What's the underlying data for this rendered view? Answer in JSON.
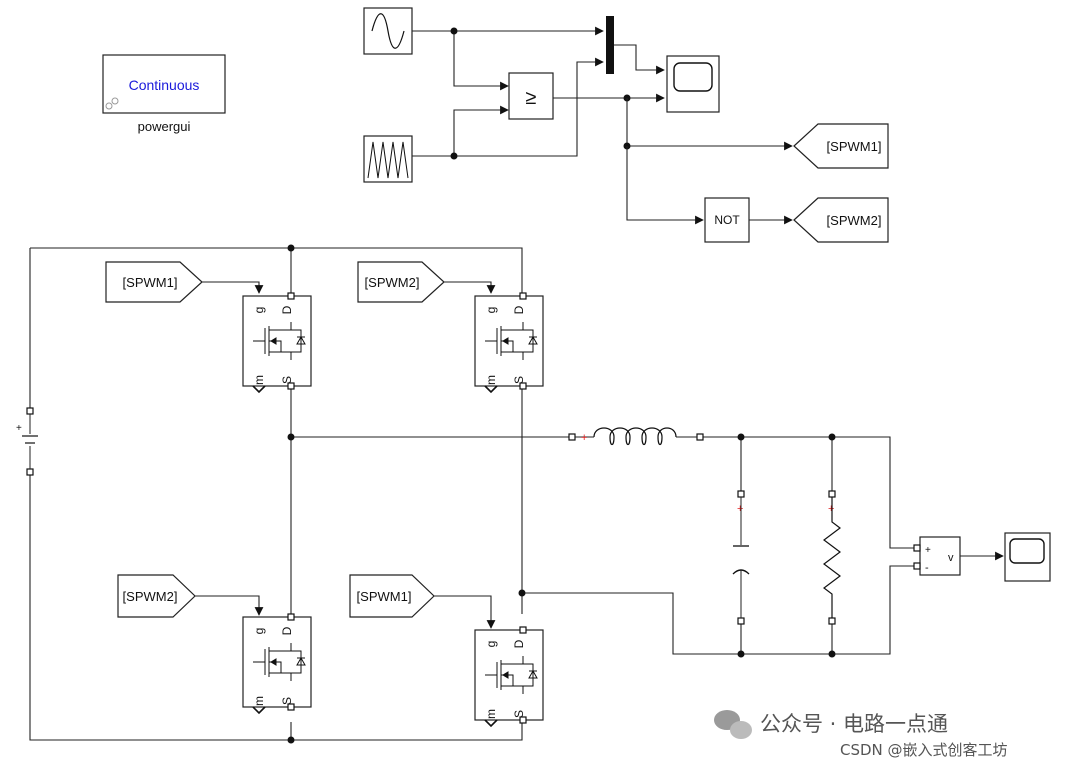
{
  "powergui": {
    "mode": "Continuous",
    "label": "powergui"
  },
  "blocks": {
    "relational_operator": "≥",
    "not_gate": "NOT",
    "goto_spwm1": "[SPWM1]",
    "goto_spwm2": "[SPWM2]",
    "from_q1": "[SPWM1]",
    "from_q2": "[SPWM2]",
    "from_q3": "[SPWM2]",
    "from_q4": "[SPWM1]",
    "voltmeter_plus": "+",
    "voltmeter_minus": "-",
    "voltmeter_v": "v",
    "dc_plus": "+"
  },
  "mosfet_ports": {
    "gate": "g",
    "drain": "D",
    "measure": "m",
    "source": "S"
  },
  "watermark": {
    "channel": "公众号 · 电路一点通",
    "csdn": "CSDN @嵌入式创客工坊"
  },
  "colors": {
    "powergui_text": "#1a1adb",
    "plus_marker": "#e02020",
    "wire": "#222222",
    "watermark": "#555555"
  }
}
